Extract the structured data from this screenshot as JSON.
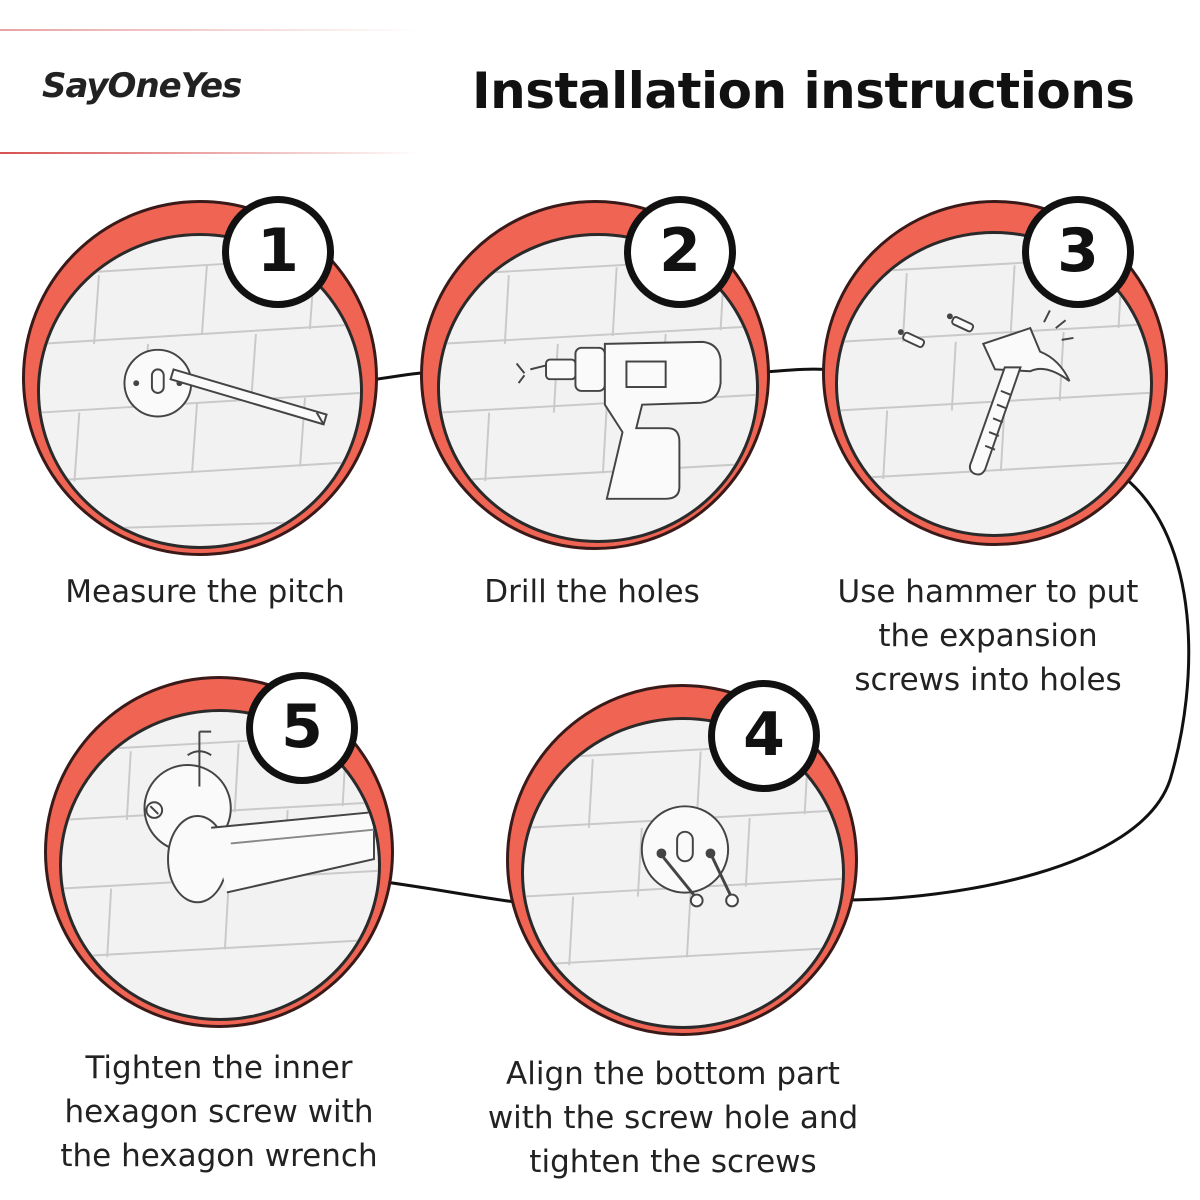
{
  "header": {
    "brand": "SayOneYes",
    "title": "Installation instructions"
  },
  "colors": {
    "accent_red": "#f06454",
    "ink": "#111111",
    "wall": "#f2f2f2"
  },
  "steps": [
    {
      "number": "1",
      "caption": "Measure the pitch",
      "icon": "measuring-ruler-icon"
    },
    {
      "number": "2",
      "caption": "Drill the holes",
      "icon": "power-drill-icon"
    },
    {
      "number": "3",
      "caption": "Use hammer to put the expansion screws into holes",
      "icon": "hammer-icon"
    },
    {
      "number": "4",
      "caption": "Align the bottom part with the screw hole and tighten the screws",
      "icon": "screw-plate-icon"
    },
    {
      "number": "5",
      "caption": "Tighten the inner hexagon screw with the hexagon wrench",
      "icon": "hex-wrench-icon"
    }
  ]
}
